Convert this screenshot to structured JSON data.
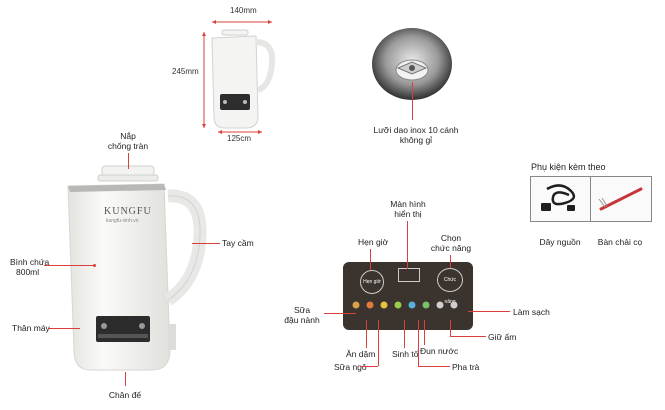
{
  "dimensions": {
    "width": "140mm",
    "height": "245mm",
    "base": "125cm"
  },
  "blade": {
    "label_line1": "Lưỡi dao inox 10 cánh",
    "label_line2": "không gỉ"
  },
  "product": {
    "brand": "KUNGFU",
    "brand_sub": "kungfu-vinh.vn"
  },
  "callouts": {
    "lid_line1": "Nắp",
    "lid_line2": "chống tràn",
    "jug_line1": "Bình chứa",
    "jug_line2": "800ml",
    "handle": "Tay cầm",
    "body": "Thân máy",
    "base": "Chân đế"
  },
  "accessories": {
    "title": "Phụ kiện kèm theo",
    "cable": "Dây nguồn",
    "brush": "Bàn chải cọ"
  },
  "panel": {
    "timer_button": "Hẹn giờ",
    "select_button": "Chức năng",
    "screen_line1": "Màn hình",
    "screen_line2": "hiển thị",
    "timer_label": "Hẹn giờ",
    "select_line1": "Chọn",
    "select_line2": "chức năng",
    "soy_line1": "Sữa",
    "soy_line2": "đậu nành",
    "porridge": "Ăn dặm",
    "corn": "Sữa ngô",
    "smoothie": "Sinh tố",
    "boil": "Đun nước",
    "tea": "Pha trà",
    "clean": "Làm sạch",
    "keep_warm": "Giữ ấm"
  },
  "colors": {
    "accent": "#d9403a",
    "panel": "#3a332e",
    "jug": "#f2f2ef"
  }
}
